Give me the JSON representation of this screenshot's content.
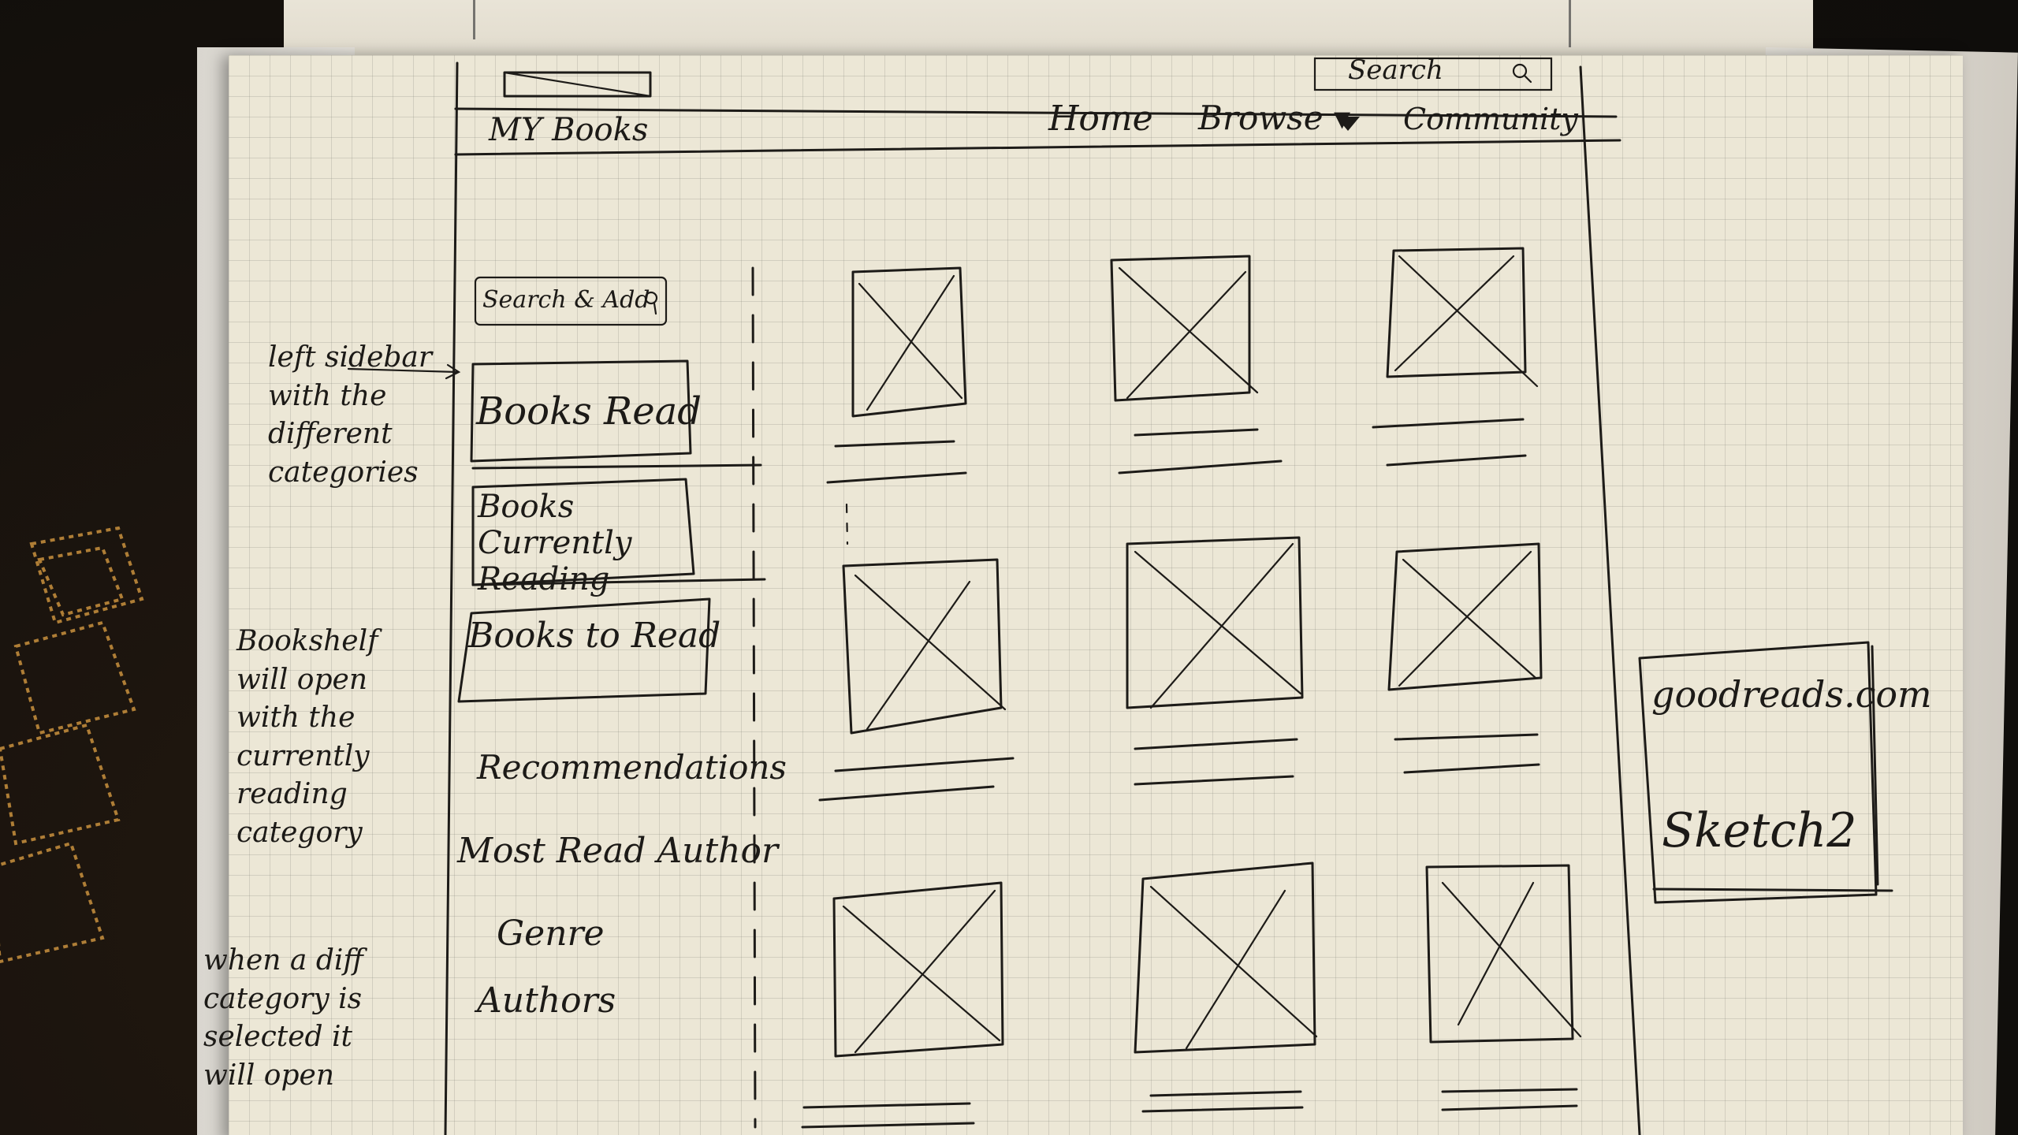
{
  "header": {
    "search_label": "Search",
    "logo_caption": "MY Books",
    "nav": [
      "Home",
      "Browse ▾",
      "Community"
    ]
  },
  "sidebar": {
    "search_add_label": "Search & Add",
    "categories": [
      {
        "label": "Books Read"
      },
      {
        "label": "Books Currently Reading"
      },
      {
        "label": "Books to Read"
      }
    ],
    "links": [
      "Recommendations",
      "Most Read Author",
      "Genre",
      "Authors"
    ]
  },
  "annotations": {
    "left_sidebar": "left sidebar with the different categories",
    "bookshelf": "Bookshelf will open with the currently reading category",
    "diff_category": "when a diff category is selected it will open"
  },
  "sticker": {
    "site": "goodreads.com",
    "title": "Sketch2"
  },
  "colors": {
    "paper": "#ece7d6",
    "ink": "#1d1b18",
    "stitch": "#c9913e"
  }
}
